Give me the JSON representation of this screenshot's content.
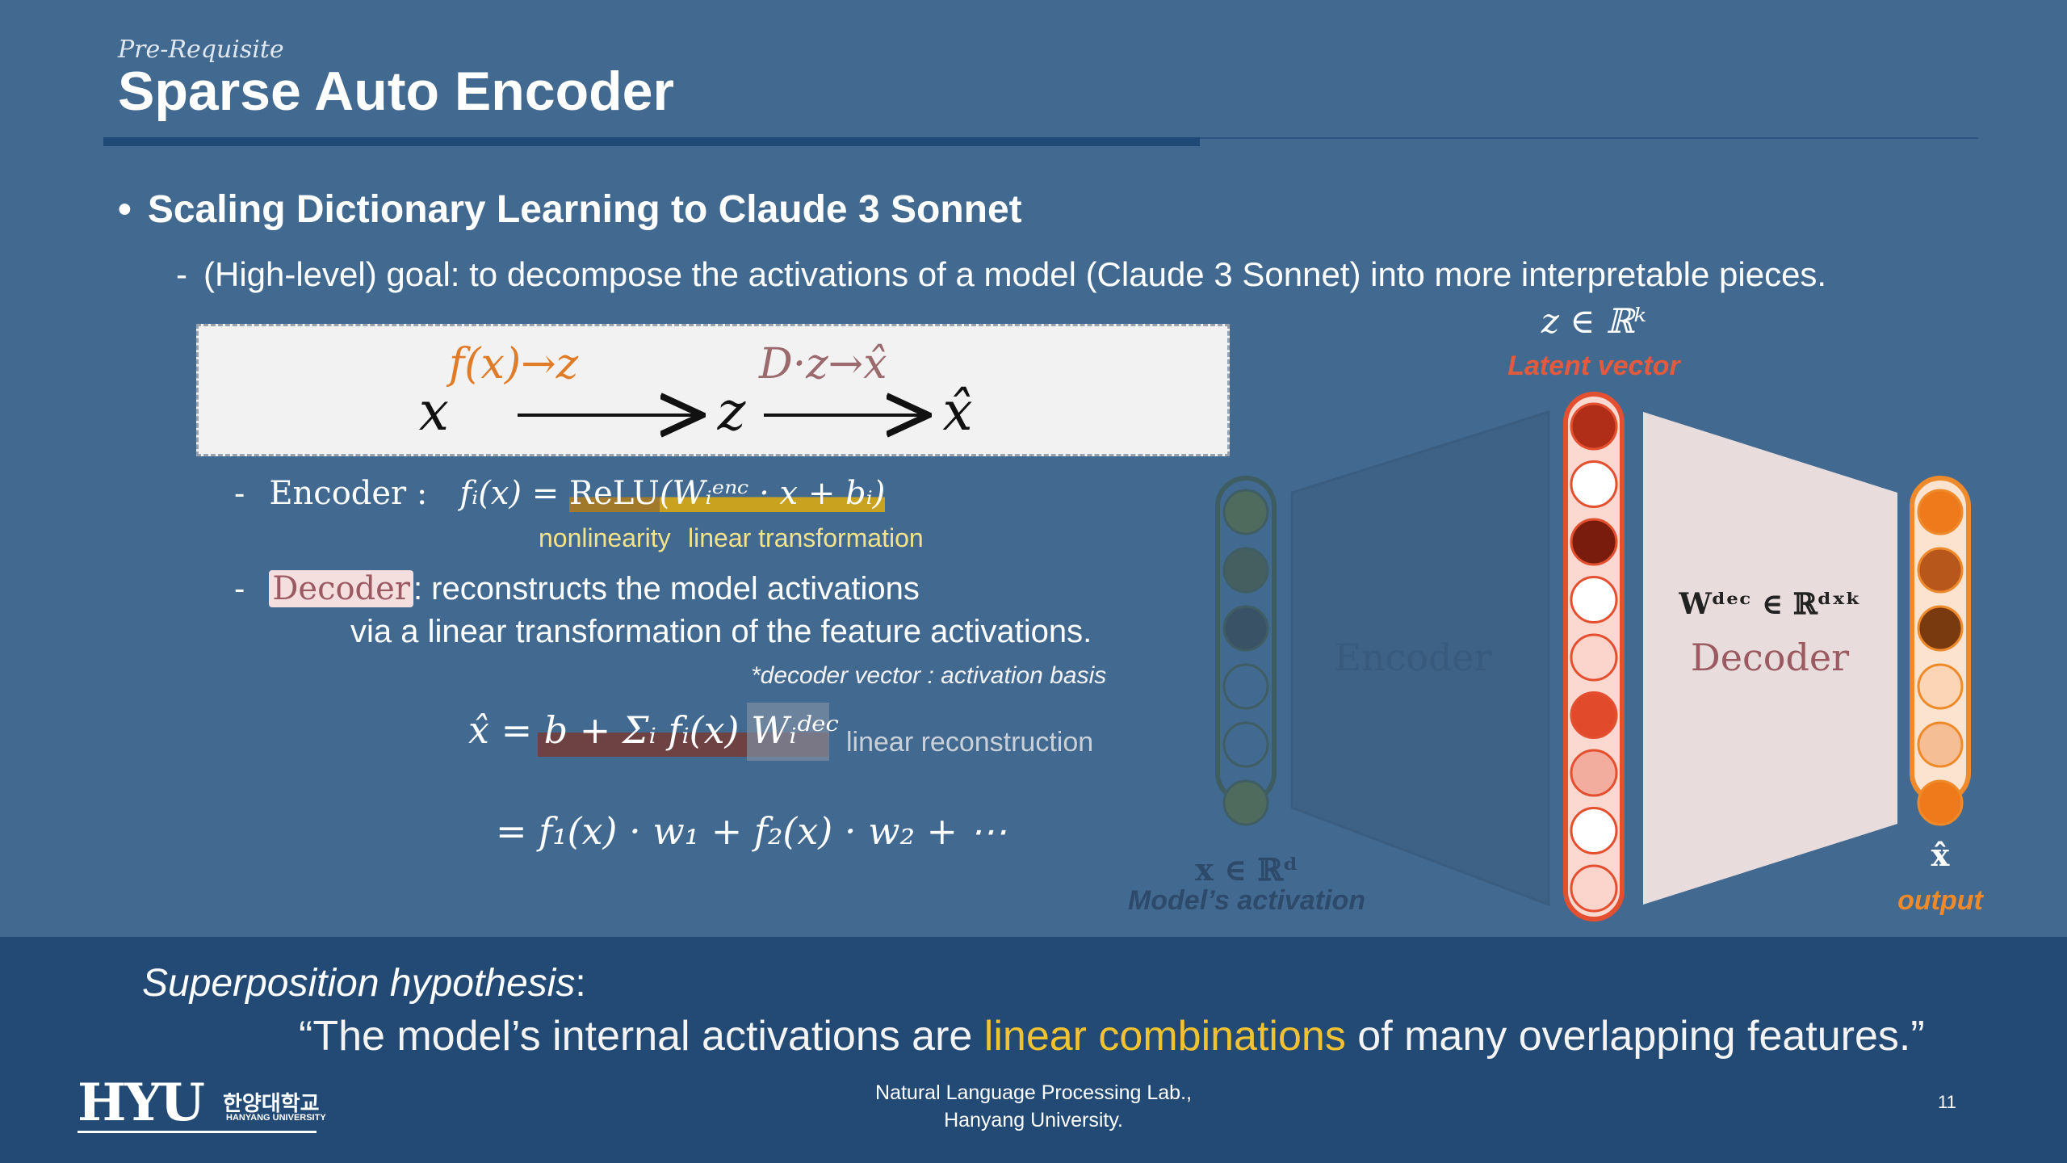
{
  "header": {
    "prerequisite": "Pre-Requisite",
    "title": "Sparse Auto Encoder"
  },
  "bullets": {
    "main": "Scaling Dictionary Learning to Claude 3 Sonnet",
    "sub": "(High-level) goal: to decompose the activations of a model (Claude 3 Sonnet) into more interpretable pieces."
  },
  "pipeline": {
    "x": "x",
    "z": "z",
    "xhat": "x̂",
    "arrow1_label": "f(x)→z",
    "arrow2_label": "D·z→x̂"
  },
  "encoder_desc": {
    "label": "Encoder :",
    "formula_lhs": "fᵢ(x) = ",
    "formula_relu": "ReLU",
    "formula_rest": "(Wᵢᵉⁿᶜ · x + bᵢ)",
    "nonlinearity": "nonlinearity",
    "linear_transformation": "linear transformation"
  },
  "decoder_desc": {
    "word": "Decoder",
    "line1_rest": ": reconstructs the model activations",
    "line2": "via a linear transformation of the feature activations.",
    "note": "*decoder vector : activation basis",
    "eq1": "x̂ = b + Σᵢ fᵢ(x) Wᵢᵈᵉᶜ",
    "eq2": "= f₁(x) · w₁ + f₂(x) · w₂ + ⋯",
    "linear_reconstruction": "linear reconstruction"
  },
  "diagram": {
    "latent_math": "z ∈ ℝᵏ",
    "latent_label": "Latent vector",
    "encoder_label": "Encoder",
    "decoder_math": "Wᵈᵉᶜ ∈ ℝᵈˣᵏ",
    "decoder_label": "Decoder",
    "input_math": "x ∈ ℝᵈ",
    "input_label": "Model’s activation",
    "output_math": "x̂",
    "output_label": "output",
    "input_colors": [
      "#4f6b5e",
      "#455f60",
      "#3a5266",
      "#426a91",
      "#426a91",
      "#4f6b5e"
    ],
    "latent_colors": [
      "#b02e17",
      "#ffffff",
      "#7a1c0d",
      "#ffffff",
      "#fbd4cb",
      "#e24a2c",
      "#f2ad9f",
      "#ffffff",
      "#fbd4cb"
    ],
    "output_colors": [
      "#ee7a1c",
      "#b8571c",
      "#7a3a0f",
      "#fbd5b5",
      "#f6be94",
      "#ee7a1c"
    ]
  },
  "bottom": {
    "sup_title": "Superposition hypothesis",
    "sup_colon": ":",
    "quote_pre": "“The model’s internal activations are ",
    "quote_hl": "linear combinations",
    "quote_post": " of many overlapping features.”",
    "lab_line1": "Natural Language Processing Lab.,",
    "lab_line2": "Hanyang University.",
    "page_number": "11",
    "logo_main": "HYU",
    "logo_kr": "한양대학교",
    "logo_en": "HANYANG UNIVERSITY"
  }
}
